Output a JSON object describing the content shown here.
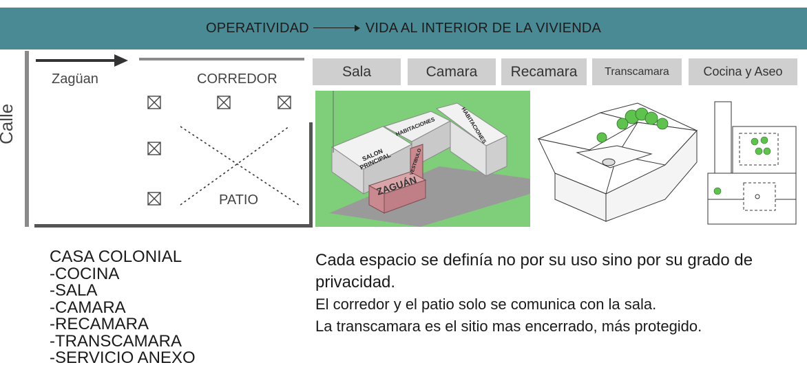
{
  "header": {
    "left": "OPERATIVIDAD",
    "right": "VIDA AL INTERIOR DE LA VIVIENDA"
  },
  "plan": {
    "zaguan": "Zagüan",
    "corredor": "CORREDOR",
    "calle": "Calle",
    "patio": "PATIO"
  },
  "tabs": [
    "Sala",
    "Camara",
    "Recamara",
    "Transcamara",
    "Cocina y Aseo"
  ],
  "model_labels": {
    "salon": "SALON PRINCIPAL",
    "hab1": "HABITACIONES",
    "hab2": "HABITACIONES",
    "vestibulo": "VESTIBULO",
    "zaguan": "ZAGUÁN"
  },
  "list": [
    "CASA COLONIAL",
    "-COCINA",
    "-SALA",
    "-CAMARA",
    "-RECAMARA",
    "-TRANSCAMARA",
    "-SERVICIO ANEXO"
  ],
  "description": [
    "Cada espacio se definía no por su uso sino por su grado de",
    "privacidad.",
    "El corredor y el patio solo se comunica con la sala.",
    "La transcamara es el sitio mas encerrado, más protegido."
  ],
  "colors": {
    "header": "#4a8a94",
    "tab": "#cfcfcf",
    "model_bg": "#7fcf7a",
    "zaguan_block": "#c9898f",
    "tree": "#5fc24f"
  }
}
